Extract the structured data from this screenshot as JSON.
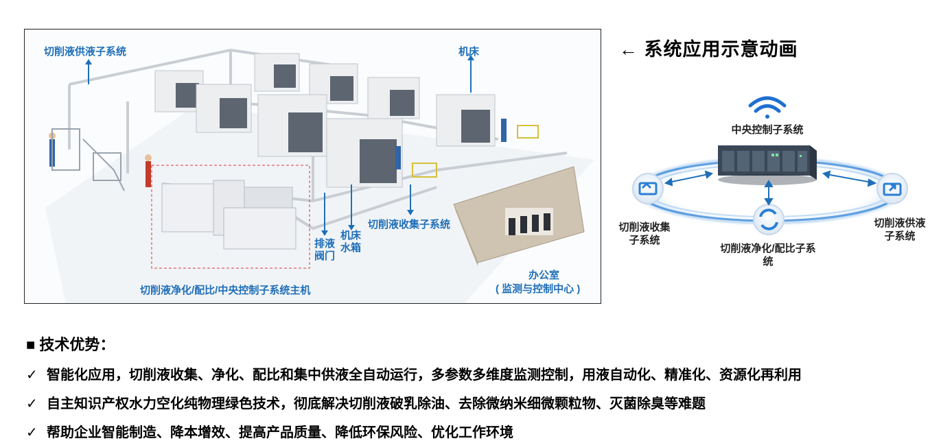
{
  "scene": {
    "label_supply": "切削液供液子系统",
    "label_machine": "机床",
    "label_drain_valve": "排液\n阀门",
    "label_machine_tank": "机床\n水箱",
    "label_collect": "切削液收集子系统",
    "label_host": "切削液净化/配比/中央控制子系统主机",
    "label_office": "办公室",
    "label_office_sub": "( 监测与控制中心 )"
  },
  "animation": {
    "title": "← 系统应用示意动画",
    "central": "中央控制子系统",
    "collect": "切削液收集\n子系统",
    "purify": "切削液净化/配比子系\n统",
    "supply": "切削液供液\n子系统"
  },
  "advantages": {
    "title": "■  技术优势：",
    "check": "✓",
    "items": [
      "智能化应用，切削液收集、净化、配比和集中供液全自动运行，多参数多维度监测控制，用液自动化、精准化、资源化再利用",
      "自主知识产权水力空化纯物理绿色技术，彻底解决切削液破乳除油、去除微纳米细微颗粒物、灭菌除臭等难题",
      "帮助企业智能制造、降本增效、提高产品质量、降低环保风险、优化工作环境"
    ]
  },
  "colors": {
    "label_blue": "#1f6fb8",
    "ring_blue": "#2a7fd4",
    "icon_blue": "#2a7fd4"
  }
}
